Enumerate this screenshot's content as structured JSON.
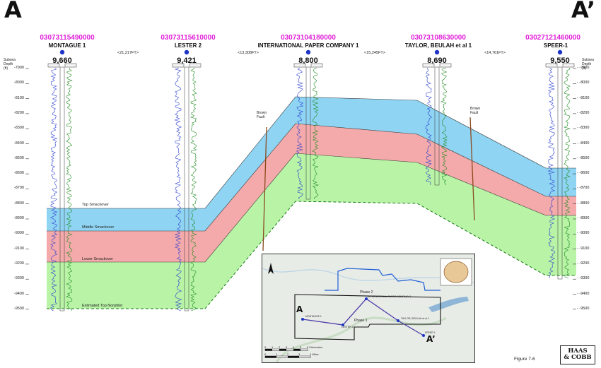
{
  "corners": {
    "left": "A",
    "right": "A’"
  },
  "depth_axis": {
    "header": [
      "Subsea",
      "Depth",
      "(ft)"
    ],
    "ticks": [
      "-7900",
      "-8000",
      "-8100",
      "-8200",
      "-8300",
      "-8400",
      "-8500",
      "-8600",
      "-8700",
      "-8800",
      "-8900",
      "-9000",
      "-9100",
      "-9200",
      "-9300",
      "-9400",
      "-9500"
    ]
  },
  "wells": [
    {
      "api": "03073115490000",
      "name": "MONTAGUE 1",
      "td": "9,660"
    },
    {
      "api": "03073115610000",
      "name": "LESTER 2",
      "td": "9,421"
    },
    {
      "api": "03073104180000",
      "name": "INTERNATIONAL PAPER COMPANY 1",
      "td": "8,800"
    },
    {
      "api": "03073108630000",
      "name": "TAYLOR, BEULAH et al 1",
      "td": "8,690"
    },
    {
      "api": "03027121460000",
      "name": "SPEER-1",
      "td": "9,550"
    }
  ],
  "distances": [
    "<21,217FT>",
    "<13,308FT>",
    "<15,245FT>",
    "<14,761FT>"
  ],
  "horizons": {
    "top": "Top Smackover",
    "middle": "Middle Smackover",
    "lower": "Lower Smackover",
    "norphlet": "Estimated Top Norphlet"
  },
  "faults": [
    {
      "label_line1": "Brown",
      "label_line2": "Fault"
    },
    {
      "label_line1": "Brown",
      "label_line2": "Fault"
    }
  ],
  "inset_map": {
    "end_a": "A",
    "end_a_prime": "A’",
    "phase1": "Phase 1",
    "phase2": "Phase 2",
    "well_labels": [
      "MONTAGUE 1",
      "LESTER 2",
      "INTERNATIONAL PAPER COMPANY 1",
      "TAYLOR, BEULAH et al 1",
      "SPEER 1"
    ],
    "scale_km": [
      "0",
      "1",
      "2",
      "3",
      "4",
      "5",
      "6 Kilometers"
    ],
    "scale_mi": [
      "0",
      "1",
      "2",
      "3",
      "4 Miles"
    ]
  },
  "logo": {
    "line1": "HAAS",
    "line2": "& COBB"
  },
  "figure_label": "Figure 7-6",
  "colors": {
    "top_layer": "#8fd4f2",
    "middle_layer": "#f4aaaa",
    "lower_layer": "#b8f3a6",
    "api_text": "#e020d8",
    "well_dot": "#1f34c8",
    "fault": "#8b4a1e"
  }
}
